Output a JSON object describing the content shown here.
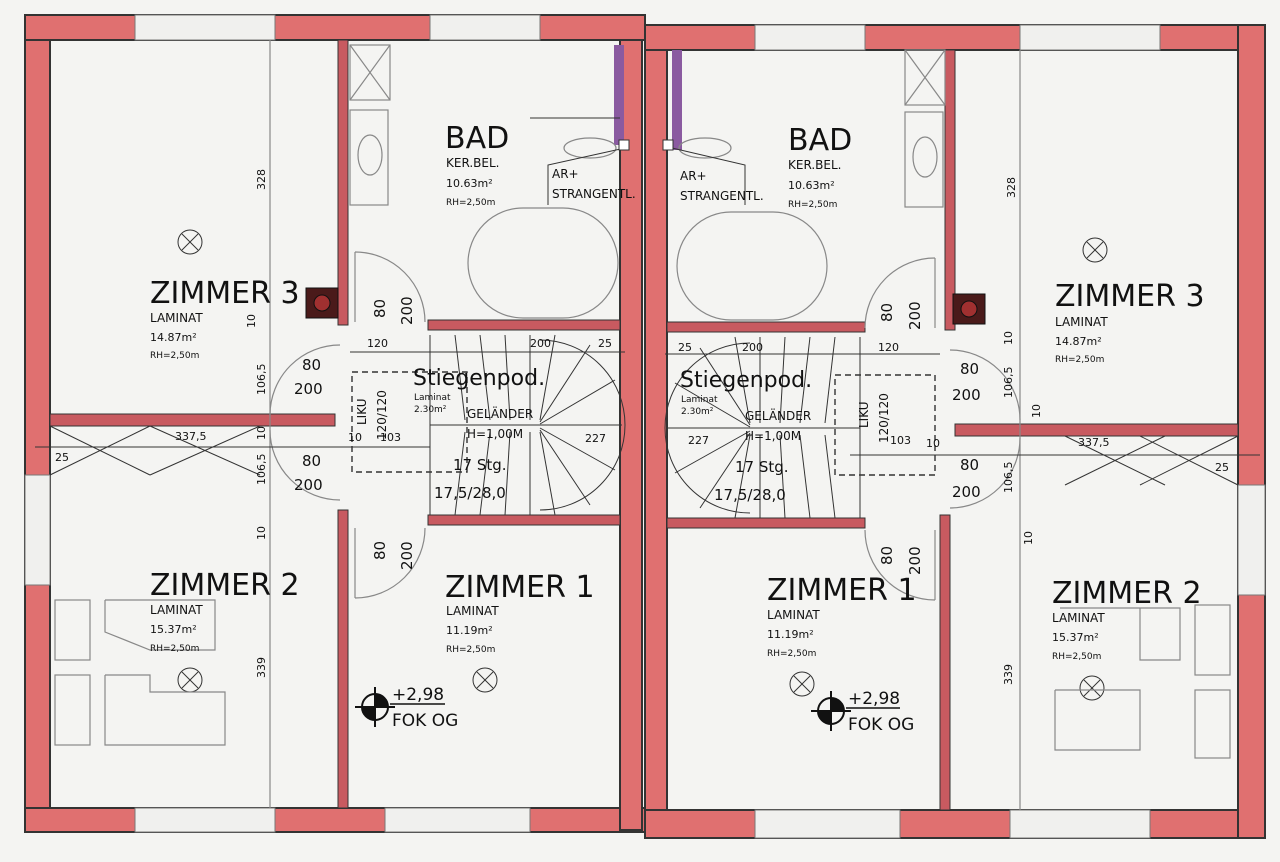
{
  "units": [
    {
      "bad": {
        "name": "BAD",
        "material": "KER.BEL.",
        "area": "10.63m²",
        "rh": "RH=2,50m",
        "note_1": "AR+",
        "note_2": "STRANGENTL."
      },
      "zimmer3": {
        "name": "ZIMMER 3",
        "material": "LAMINAT",
        "area": "14.87m²",
        "rh": "RH=2,50m"
      },
      "zimmer2": {
        "name": "ZIMMER 2",
        "material": "LAMINAT",
        "area": "15.37m²",
        "rh": "RH=2,50m"
      },
      "zimmer1": {
        "name": "ZIMMER 1",
        "material": "LAMINAT",
        "area": "11.19m²",
        "rh": "RH=2,50m"
      },
      "stair": {
        "name": "Stiegenpod.",
        "material": "Laminat",
        "area": "2.30m²",
        "railing_1": "GELÄNDER",
        "railing_2": "H=1,00M",
        "steps": "17 Stg.",
        "ratio": "17,5/28,0"
      },
      "liku": {
        "label": "LIKU",
        "size": "120/120"
      },
      "fok": {
        "level": "+2,98",
        "label": "FOK OG"
      },
      "dims": {
        "h328": "328",
        "h339": "339",
        "d10": "10",
        "d1065": "106,5",
        "d120": "120",
        "d200": "200",
        "d25": "25",
        "d3375": "337,5",
        "d227": "227",
        "d103": "103"
      },
      "doors": [
        {
          "w": "80",
          "h": "200"
        },
        {
          "w": "80",
          "h": "200"
        },
        {
          "w": "80",
          "h": "200"
        },
        {
          "w": "80",
          "h": "200"
        }
      ]
    },
    {
      "bad": {
        "name": "BAD",
        "material": "KER.BEL.",
        "area": "10.63m²",
        "rh": "RH=2,50m",
        "note_1": "AR+",
        "note_2": "STRANGENTL."
      },
      "zimmer3": {
        "name": "ZIMMER 3",
        "material": "LAMINAT",
        "area": "14.87m²",
        "rh": "RH=2,50m"
      },
      "zimmer2": {
        "name": "ZIMMER 2",
        "material": "LAMINAT",
        "area": "15.37m²",
        "rh": "RH=2,50m"
      },
      "zimmer1": {
        "name": "ZIMMER 1",
        "material": "LAMINAT",
        "area": "11.19m²",
        "rh": "RH=2,50m"
      },
      "stair": {
        "name": "Stiegenpod.",
        "material": "Laminat",
        "area": "2.30m²",
        "railing_1": "GELÄNDER",
        "railing_2": "H=1,00M",
        "steps": "17 Stg.",
        "ratio": "17,5/28,0"
      },
      "liku": {
        "label": "LIKU",
        "size": "120/120"
      },
      "fok": {
        "level": "+2,98",
        "label": "FOK OG"
      },
      "dims": {
        "h328": "328",
        "h339": "339",
        "d10": "10",
        "d1065": "106,5",
        "d120": "120",
        "d200": "200",
        "d25": "25",
        "d3375": "337,5",
        "d227": "227",
        "d103": "103"
      },
      "doors": [
        {
          "w": "80",
          "h": "200"
        },
        {
          "w": "80",
          "h": "200"
        },
        {
          "w": "80",
          "h": "200"
        },
        {
          "w": "80",
          "h": "200"
        }
      ]
    }
  ],
  "colors": {
    "wall": "#e07070",
    "inner_wall": "#c85a60",
    "paper": "#f4f4f2",
    "ink": "#111111",
    "shaft": "#8a5aa0"
  }
}
